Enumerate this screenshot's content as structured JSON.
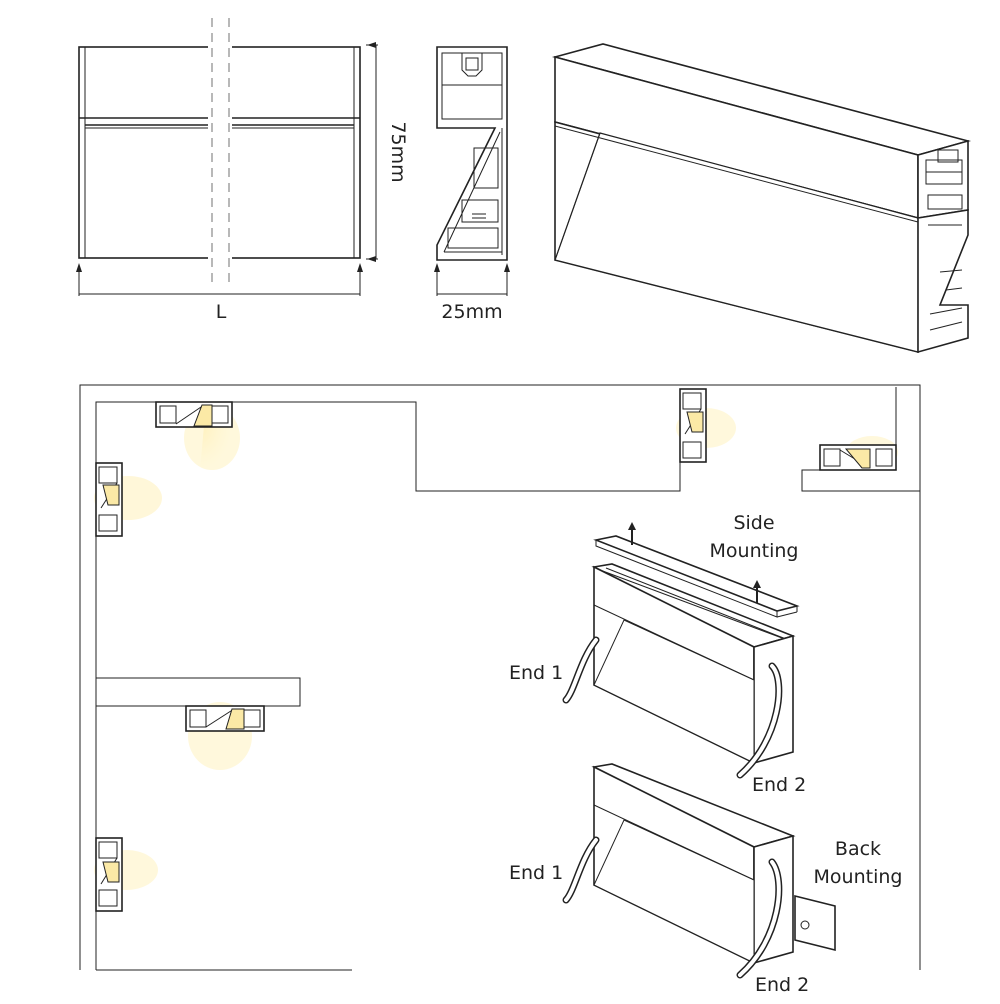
{
  "dimensions": {
    "height_label": "75mm",
    "width_label": "25mm",
    "length_label": "L"
  },
  "mounting": {
    "side": {
      "title_line1": "Side",
      "title_line2": "Mounting",
      "end1": "End 1",
      "end2": "End 2"
    },
    "back": {
      "title_line1": "Back",
      "title_line2": "Mounting",
      "end1": "End 1",
      "end2": "End 2"
    }
  },
  "colors": {
    "line": "#222222",
    "glow": "#fff1b8"
  }
}
